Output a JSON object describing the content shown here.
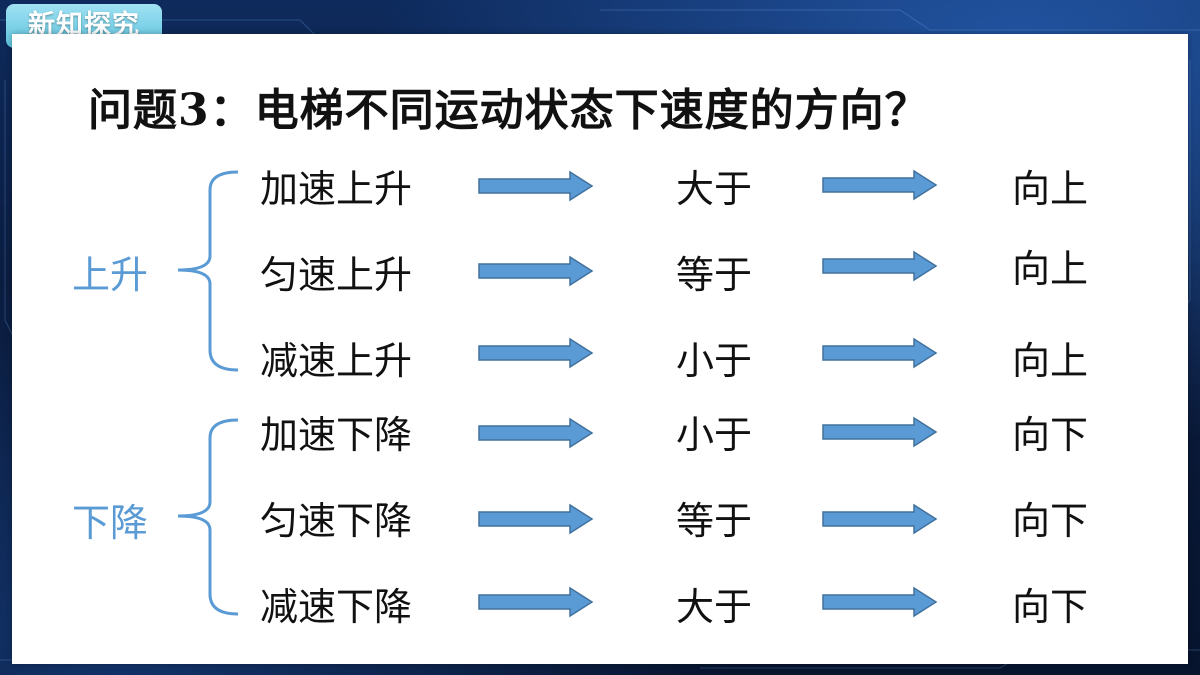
{
  "tag": "新知探究",
  "title": "问题3：电梯不同运动状态下速度的方向？",
  "colors": {
    "accent": "#5b9bd5",
    "arrow_fill": "#5b9bd5",
    "arrow_stroke": "#41719c",
    "tag_bg": "#7fd3ea"
  },
  "groups": [
    {
      "label": "上升",
      "rows": [
        {
          "state": "加速上升",
          "compare": "大于",
          "direction": "向上"
        },
        {
          "state": "匀速上升",
          "compare": "等于",
          "direction": "向上"
        },
        {
          "state": "减速上升",
          "compare": "小于",
          "direction": "向上"
        }
      ]
    },
    {
      "label": "下降",
      "rows": [
        {
          "state": "加速下降",
          "compare": "小于",
          "direction": "向下"
        },
        {
          "state": "匀速下降",
          "compare": "等于",
          "direction": "向下"
        },
        {
          "state": "减速下降",
          "compare": "大于",
          "direction": "向下"
        }
      ]
    }
  ]
}
